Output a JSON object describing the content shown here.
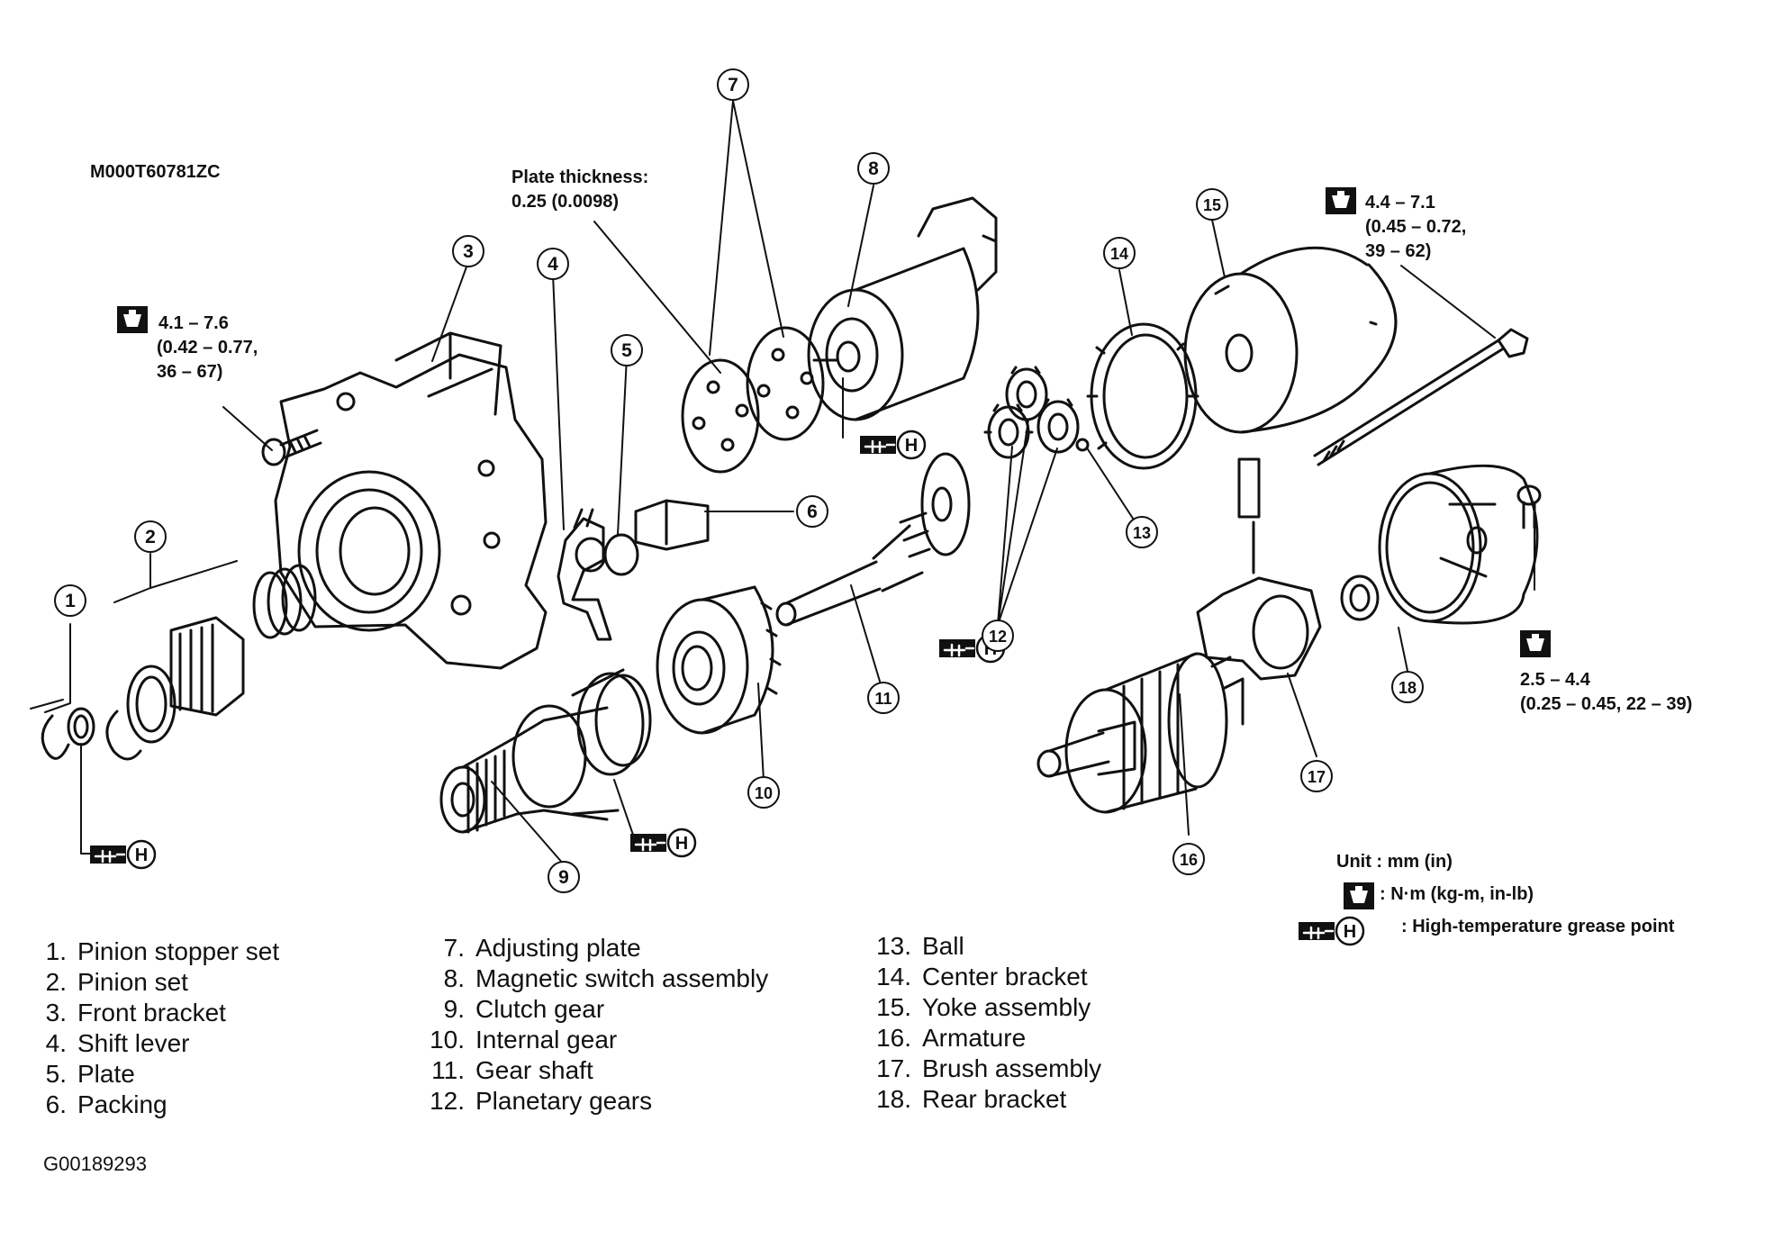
{
  "diagram_code": "M000T60781ZC",
  "figure_code": "G00189293",
  "plate_note": {
    "label": "Plate thickness:",
    "value": "0.25 (0.0098)"
  },
  "torque_specs": {
    "front_bolt": [
      "4.1 – 7.6",
      "(0.42 – 0.77,",
      "36 – 67)"
    ],
    "through_bolt": [
      "4.4 – 7.1",
      "(0.45 – 0.72,",
      "39 – 62)"
    ],
    "rear_screw": [
      "2.5 – 4.4",
      "(0.25 – 0.45, 22 – 39)"
    ]
  },
  "units": {
    "unit_line": "Unit : mm (in)",
    "torque_unit": ": N·m (kg-m, in-lb)",
    "grease": ": High-temperature grease point",
    "grease_letter": "H"
  },
  "callouts": [
    "1",
    "2",
    "3",
    "4",
    "5",
    "6",
    "7",
    "8",
    "9",
    "10",
    "11",
    "12",
    "13",
    "14",
    "15",
    "16",
    "17",
    "18"
  ],
  "parts": [
    {
      "num": "1.",
      "name": "Pinion stopper set"
    },
    {
      "num": "2.",
      "name": "Pinion set"
    },
    {
      "num": "3.",
      "name": "Front bracket"
    },
    {
      "num": "4.",
      "name": "Shift lever"
    },
    {
      "num": "5.",
      "name": "Plate"
    },
    {
      "num": "6.",
      "name": "Packing"
    },
    {
      "num": "7.",
      "name": "Adjusting plate"
    },
    {
      "num": "8.",
      "name": "Magnetic switch assembly"
    },
    {
      "num": "9.",
      "name": "Clutch gear"
    },
    {
      "num": "10.",
      "name": "Internal gear"
    },
    {
      "num": "11.",
      "name": "Gear shaft"
    },
    {
      "num": "12.",
      "name": "Planetary gears"
    },
    {
      "num": "13.",
      "name": "Ball"
    },
    {
      "num": "14.",
      "name": "Center bracket"
    },
    {
      "num": "15.",
      "name": "Yoke assembly"
    },
    {
      "num": "16.",
      "name": "Armature"
    },
    {
      "num": "17.",
      "name": "Brush assembly"
    },
    {
      "num": "18.",
      "name": "Rear bracket"
    }
  ],
  "colors": {
    "ink": "#111111",
    "paper": "#ffffff"
  }
}
